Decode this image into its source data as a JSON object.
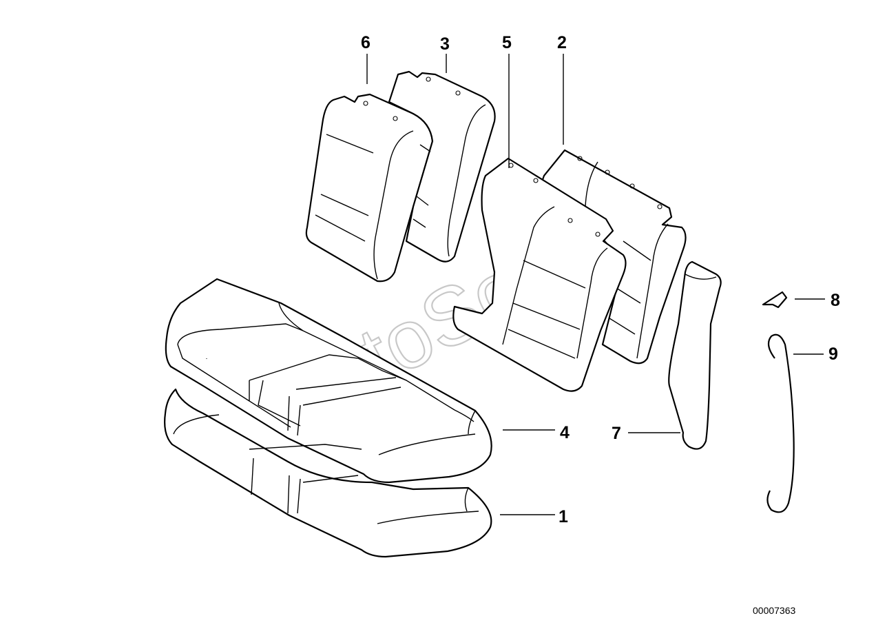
{
  "callouts": {
    "c1": "1",
    "c2": "2",
    "c3": "3",
    "c4": "4",
    "c5": "5",
    "c6": "6",
    "c7": "7",
    "c8": "8",
    "c9": "9"
  },
  "watermark": "AutoSoft",
  "doc_number": "00007363",
  "colors": {
    "line": "#000000",
    "background": "#ffffff",
    "watermark": "#c8c8c8"
  }
}
